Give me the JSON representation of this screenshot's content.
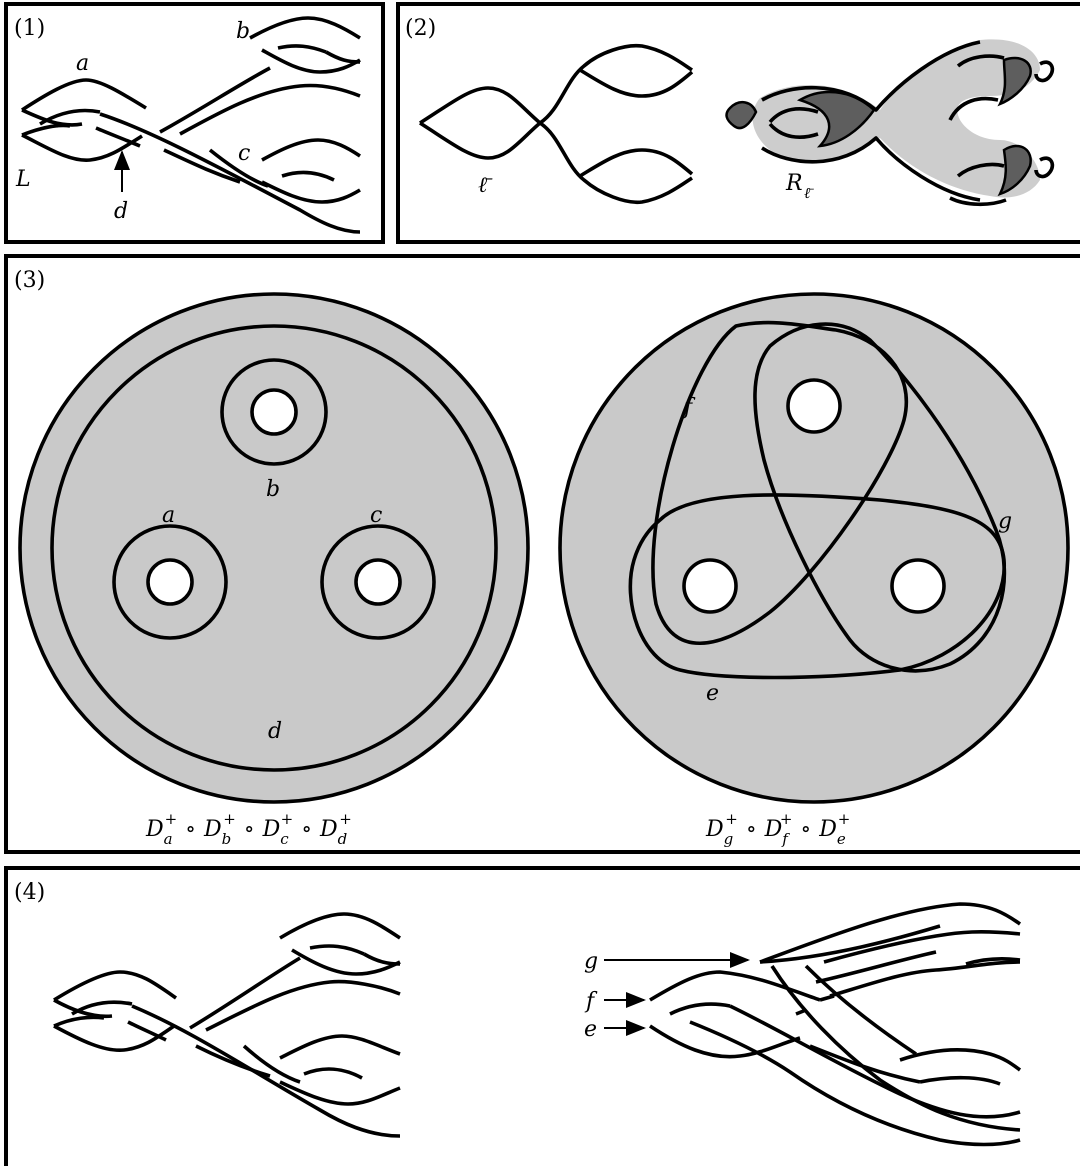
{
  "panels": {
    "p1": {
      "tag": "(1)",
      "labels": {
        "a": "a",
        "b": "b",
        "c": "c",
        "d": "d",
        "L": "L"
      }
    },
    "p2": {
      "tag": "(2)",
      "labels": {
        "lbar": "ℓ̄",
        "R": "R",
        "R_sub": "ℓ̄"
      }
    },
    "p3": {
      "tag": "(3)",
      "left_labels": {
        "a": "a",
        "b": "b",
        "c": "c",
        "d": "d"
      },
      "right_labels": {
        "e": "e",
        "f": "f",
        "g": "g"
      },
      "left_caption": {
        "D1": "D",
        "s1": "a",
        "o1": "∘",
        "D2": "D",
        "s2": "b",
        "o2": "∘",
        "D3": "D",
        "s3": "c",
        "o3": "∘",
        "D4": "D",
        "s4": "d",
        "sup": "+"
      },
      "right_caption": {
        "D1": "D",
        "s1": "g",
        "o1": "∘",
        "D2": "D",
        "s2": "f",
        "o2": "∘",
        "D3": "D",
        "s3": "e",
        "sup": "+"
      }
    },
    "p4": {
      "tag": "(4)",
      "labels": {
        "g": "g",
        "f": "f",
        "e": "e"
      }
    }
  },
  "colors": {
    "surface": "#c9c9c9",
    "dark_band": "#5e5e5e",
    "light_band": "#cdcdcd",
    "line": "#000000"
  }
}
